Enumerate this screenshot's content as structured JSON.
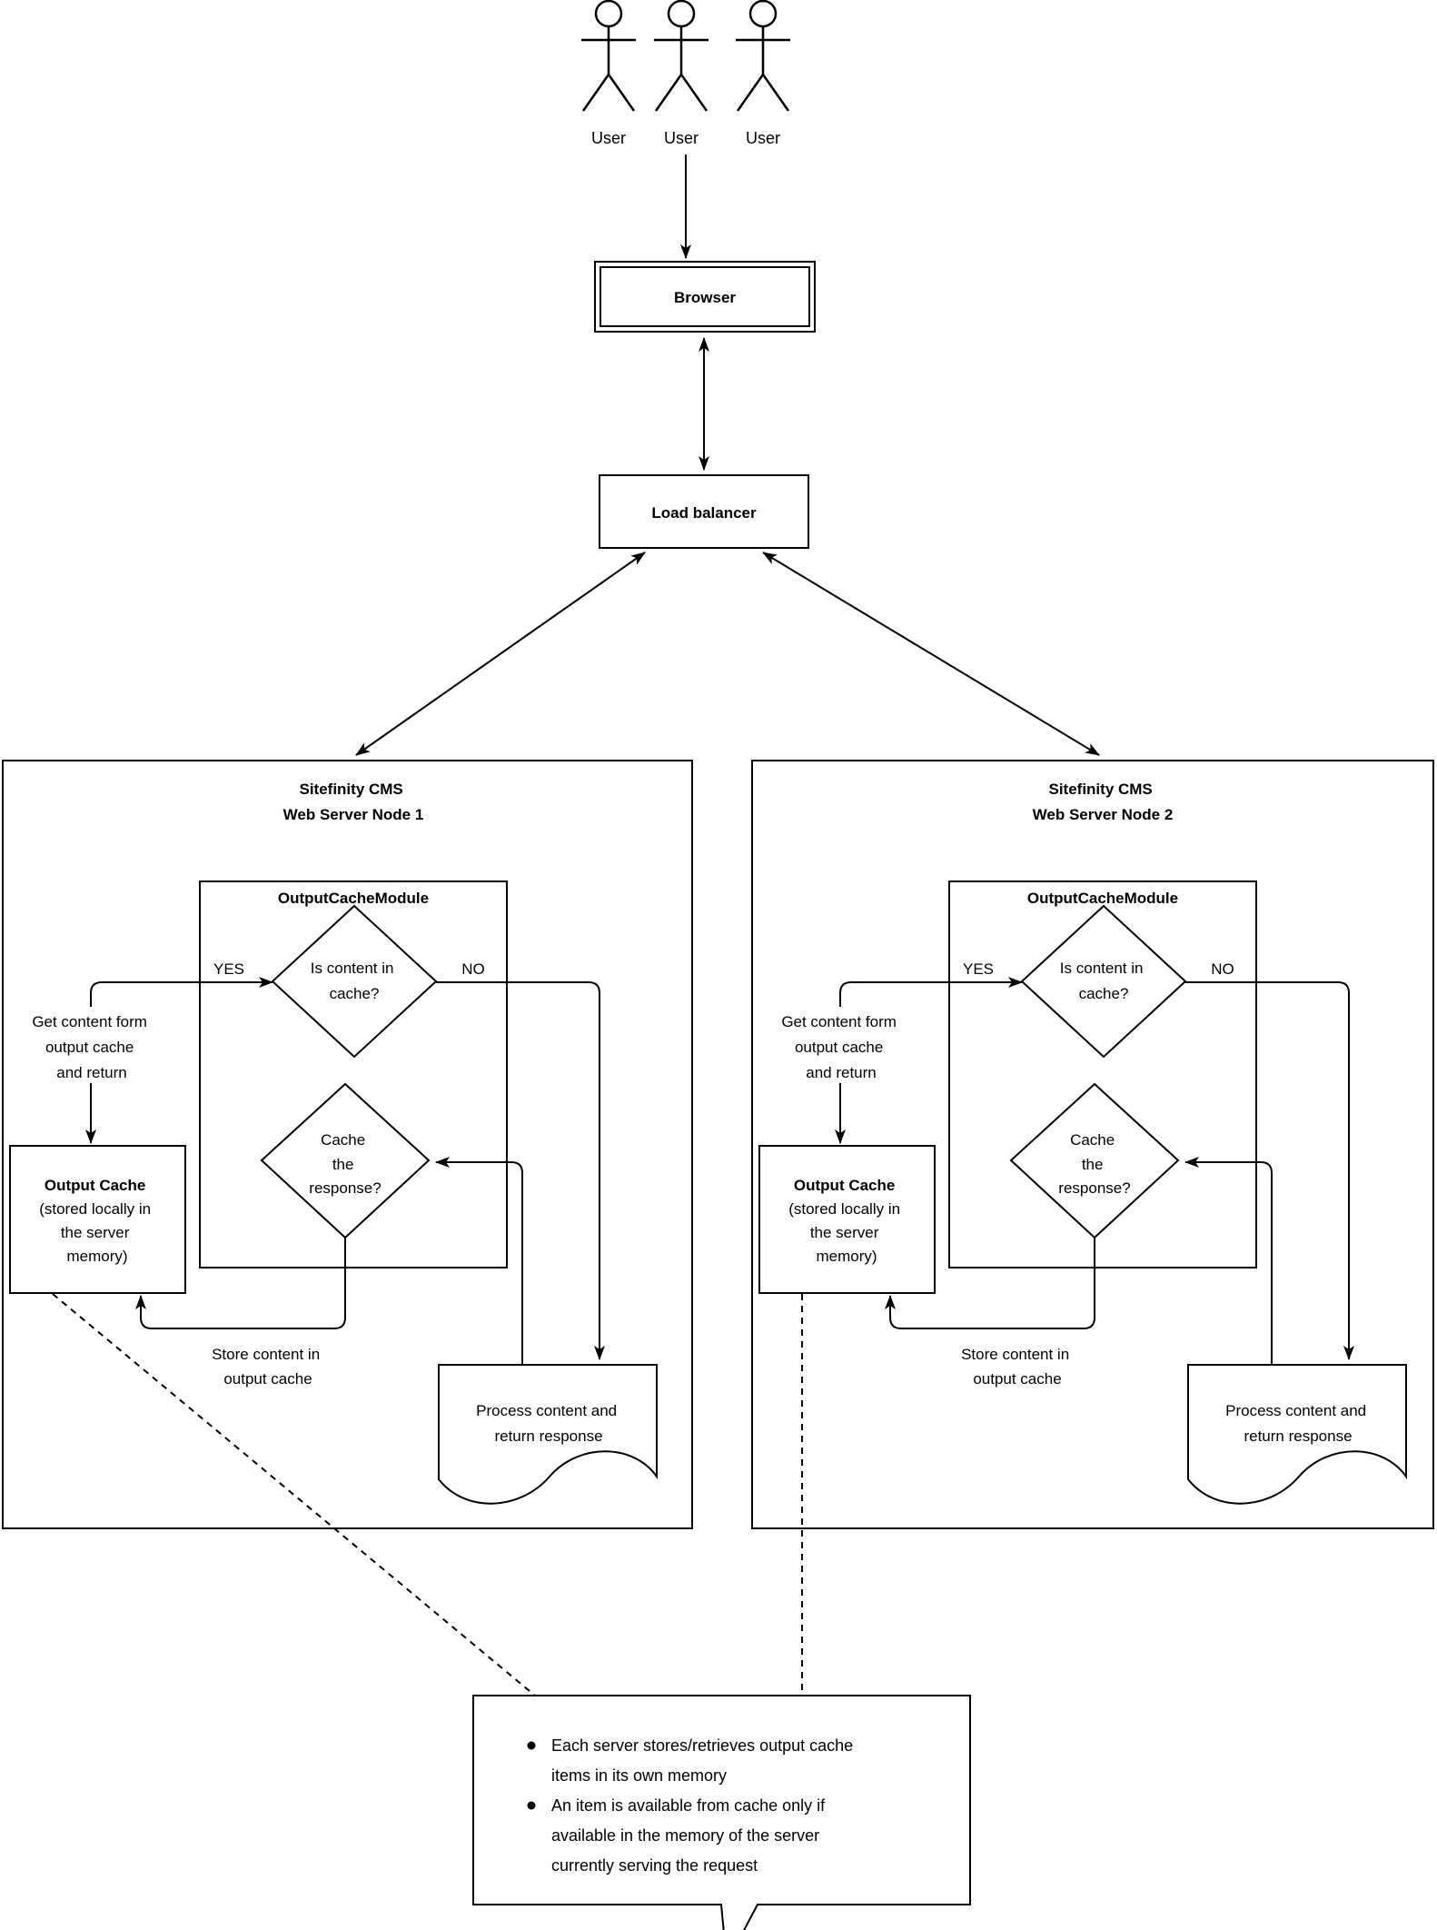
{
  "colors": {
    "stroke": "#000000",
    "background": "#ffffff"
  },
  "users": {
    "labels": [
      "User",
      "User",
      "User"
    ]
  },
  "browser": {
    "label": "Browser"
  },
  "load_balancer": {
    "label": "Load balancer"
  },
  "node1": {
    "title_line1": "Sitefinity CMS",
    "title_line2": "Web Server Node 1",
    "module_label": "OutputCacheModule",
    "decision1": [
      "Is content in",
      "cache?"
    ],
    "yes_label": "YES",
    "no_label": "NO",
    "get_content_label": [
      "Get content form",
      "output cache",
      "and return"
    ],
    "output_cache": [
      "Output Cache",
      "(stored locally in",
      "the server",
      "memory)"
    ],
    "decision2": [
      "Cache",
      "the",
      "response?"
    ],
    "store_label": [
      "Store content in",
      "output cache"
    ],
    "process_label": [
      "Process content and",
      "return response"
    ]
  },
  "node2": {
    "title_line1": "Sitefinity CMS",
    "title_line2": "Web Server Node 2",
    "module_label": "OutputCacheModule",
    "decision1": [
      "Is content in",
      "cache?"
    ],
    "yes_label": "YES",
    "no_label": "NO",
    "get_content_label": [
      "Get content form",
      "output cache",
      "and return"
    ],
    "output_cache": [
      "Output Cache",
      "(stored locally in",
      "the server",
      "memory)"
    ],
    "decision2": [
      "Cache",
      "the",
      "response?"
    ],
    "store_label": [
      "Store content in",
      "output cache"
    ],
    "process_label": [
      "Process content and",
      "return response"
    ]
  },
  "note": {
    "bullet_lines": [
      "Each server stores/retrieves output cache",
      "items in its own memory",
      "An item is available from cache only if",
      "available in the memory of the server",
      "currently serving the request"
    ]
  }
}
